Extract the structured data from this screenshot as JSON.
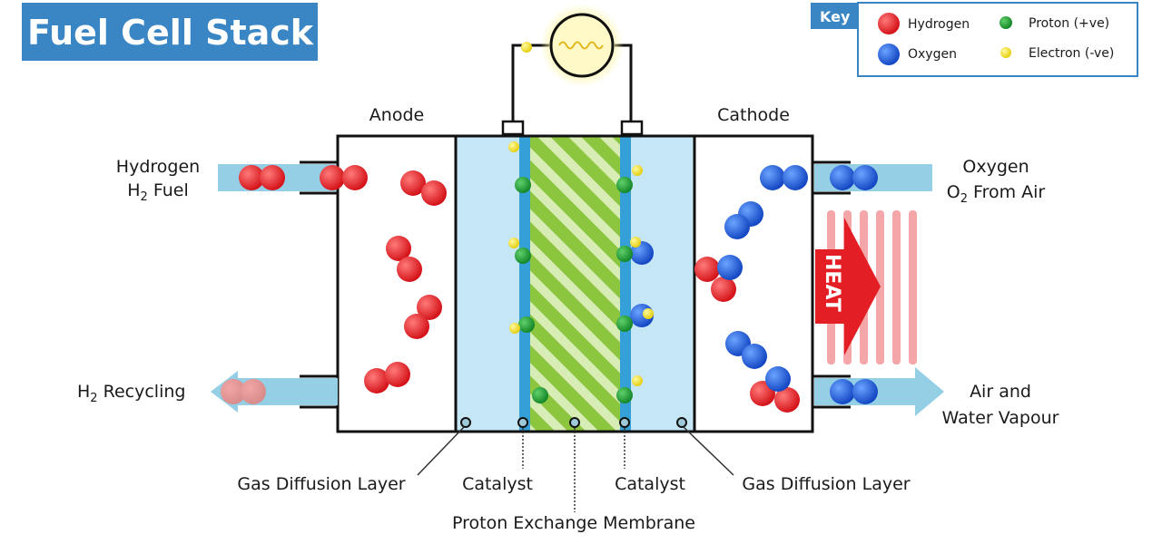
{
  "title": "Fuel Cell Stack",
  "key": {
    "title": "Key",
    "items": [
      {
        "label": "Hydrogen",
        "color": "#e31e24"
      },
      {
        "label": "Proton (+ve)",
        "color": "#1f9a2e"
      },
      {
        "label": "Oxygen",
        "color": "#1c5fd6"
      },
      {
        "label": "Electron (-ve)",
        "color": "#f4e41c"
      }
    ]
  },
  "inputs": {
    "hydrogen": [
      "Hydrogen",
      "H",
      "2",
      " Fuel"
    ],
    "oxygen": [
      "Oxygen",
      "O",
      "2",
      " From Air"
    ],
    "recycling": [
      "H",
      "2",
      " Recycling"
    ],
    "exhaust": [
      "Air and",
      "Water Vapour"
    ]
  },
  "electrodes": {
    "anode": "Anode",
    "cathode": "Cathode"
  },
  "heat": "HEAT",
  "layers": {
    "gdl_left": "Gas Diffusion Layer",
    "catalyst_left": "Catalyst",
    "catalyst_right": "Catalyst",
    "gdl_right": "Gas Diffusion Layer",
    "membrane": "Proton Exchange Membrane"
  },
  "colors": {
    "title_bg": "#3a85c4",
    "hydrogen": "#e31e24",
    "oxygen": "#1c5fd6",
    "proton": "#1f9a2e",
    "electron": "#f4e41c",
    "gdl": "#c5e6f4",
    "catalyst": "#35a0d8",
    "membrane": "#8cc63f",
    "arrow": "#94cfe6",
    "heat": "#e31e24"
  }
}
